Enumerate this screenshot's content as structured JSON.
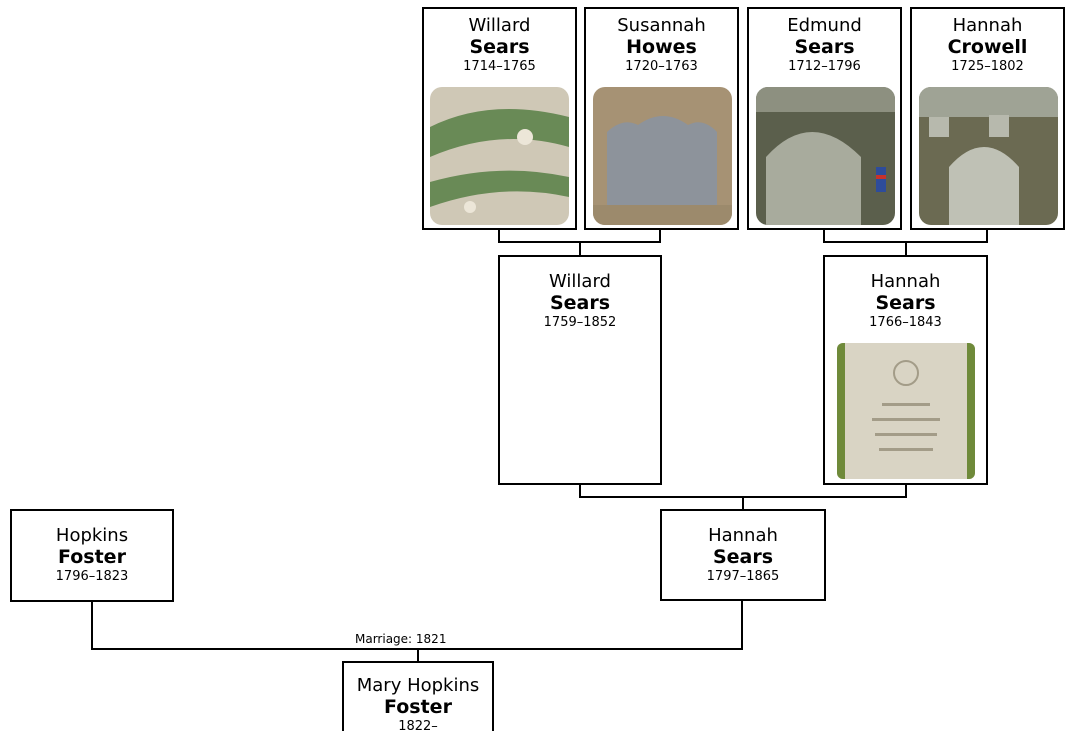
{
  "people": {
    "willard_sears_1714": {
      "given": "Willard",
      "surname": "Sears",
      "dates": "1714–1765",
      "photo": "gravestone-photo"
    },
    "susannah_howes": {
      "given": "Susannah",
      "surname": "Howes",
      "dates": "1720–1763",
      "photo": "gravestone-photo"
    },
    "edmund_sears": {
      "given": "Edmund",
      "surname": "Sears",
      "dates": "1712–1796",
      "photo": "gravestone-photo"
    },
    "hannah_crowell": {
      "given": "Hannah",
      "surname": "Crowell",
      "dates": "1725–1802",
      "photo": "gravestone-photo"
    },
    "willard_sears_1759": {
      "given": "Willard",
      "surname": "Sears",
      "dates": "1759–1852"
    },
    "hannah_sears_1766": {
      "given": "Hannah",
      "surname": "Sears",
      "dates": "1766–1843",
      "photo": "gravestone-photo"
    },
    "hopkins_foster": {
      "given": "Hopkins",
      "surname": "Foster",
      "dates": "1796–1823"
    },
    "hannah_sears_1797": {
      "given": "Hannah",
      "surname": "Sears",
      "dates": "1797–1865"
    },
    "mary_hopkins_foster": {
      "given": "Mary Hopkins",
      "surname": "Foster",
      "dates": "1822–"
    }
  },
  "marriage_label": "Marriage: 1821"
}
